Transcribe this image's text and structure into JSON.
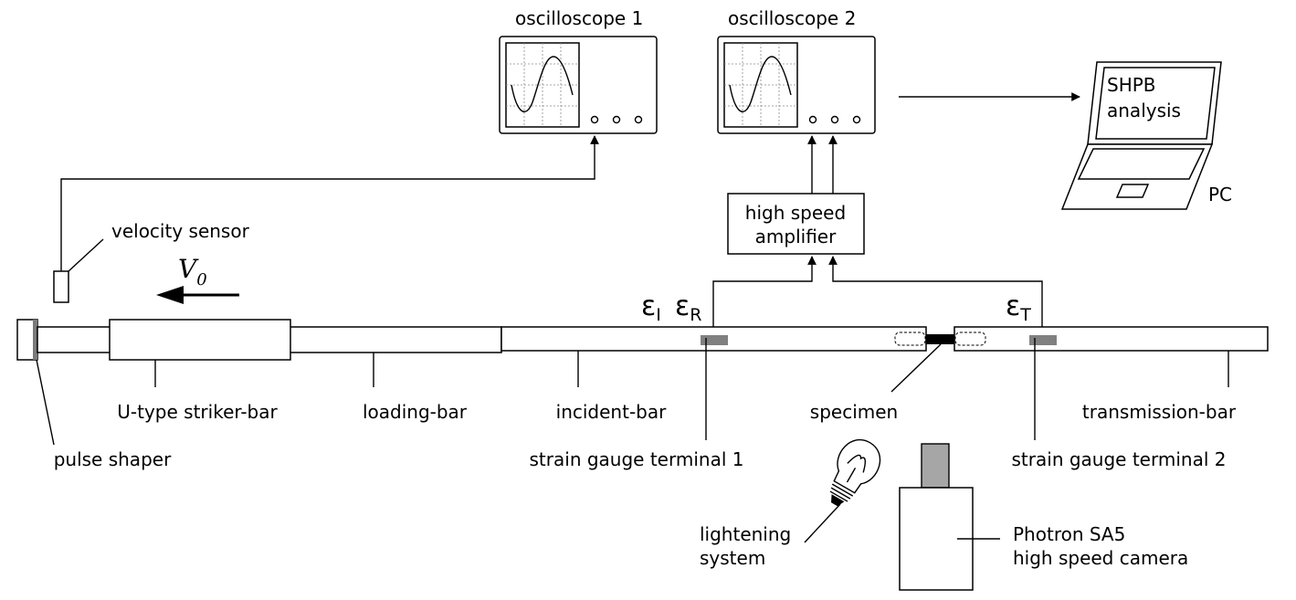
{
  "labels": {
    "oscilloscope1": "oscilloscope 1",
    "oscilloscope2": "oscilloscope 2",
    "pc_screen_line1": "SHPB",
    "pc_screen_line2": "analysis",
    "pc": "PC",
    "amplifier_line1": "high speed",
    "amplifier_line2": "amplifier",
    "velocity_sensor": "velocity sensor",
    "velocity_symbol": "V",
    "velocity_subscript": "0",
    "strain_incident": "ε",
    "strain_incident_sub": "I",
    "strain_reflected": "ε",
    "strain_reflected_sub": "R",
    "strain_transmitted": "ε",
    "strain_transmitted_sub": "T",
    "striker_bar": "U-type striker-bar",
    "loading_bar": "loading-bar",
    "incident_bar": "incident-bar",
    "specimen": "specimen",
    "transmission_bar": "transmission-bar",
    "pulse_shaper": "pulse shaper",
    "gauge_terminal_1": "strain gauge terminal 1",
    "gauge_terminal_2": "strain gauge terminal 2",
    "lighting_line1": "lightening",
    "lighting_line2": "system",
    "camera_line1": "Photron SA5",
    "camera_line2": "high speed camera"
  }
}
